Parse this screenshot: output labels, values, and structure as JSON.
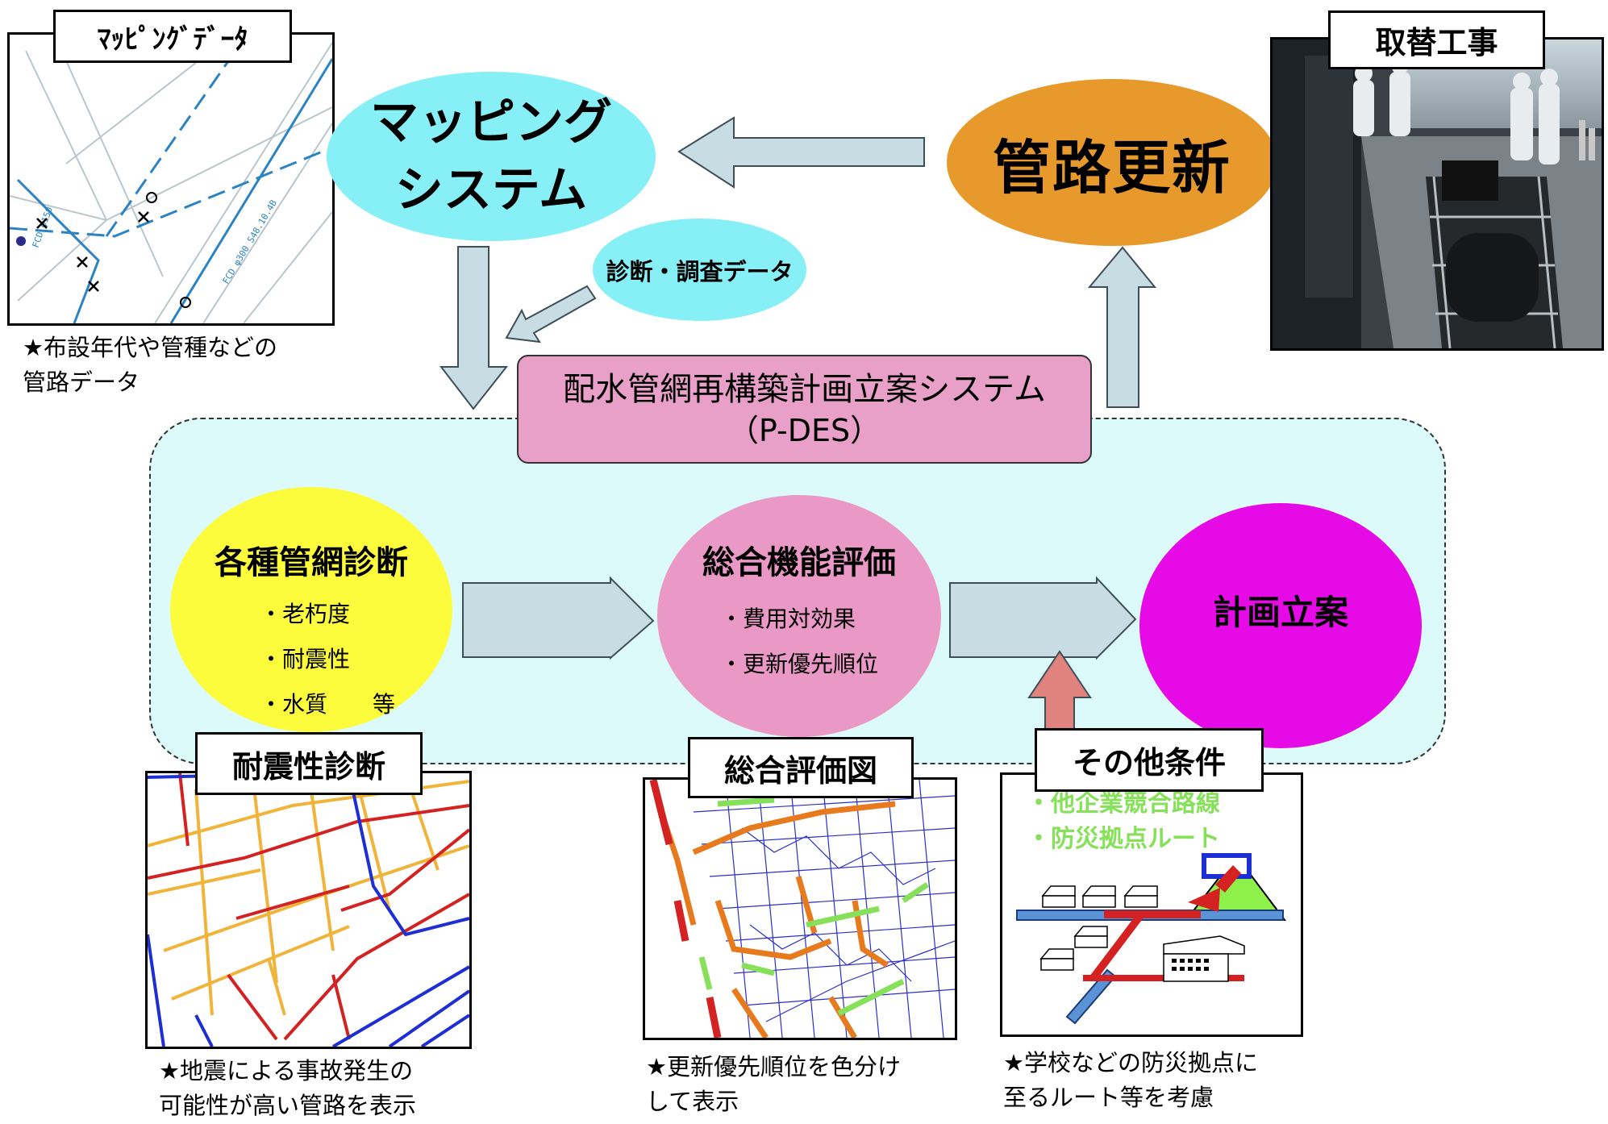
{
  "mapping_data": {
    "tag": "ﾏｯﾋﾟﾝｸﾞﾃﾞｰﾀ",
    "caption": [
      "★布設年代や管種などの",
      "管路データ"
    ],
    "pipe_labels": [
      "FCD φ300 S48.10.4B",
      "FCD φ150"
    ]
  },
  "mapping_system": {
    "label": [
      "マッピング",
      "システム"
    ]
  },
  "diagnosis_data": {
    "label": "診断・調査データ"
  },
  "pipe_renewal": {
    "label": "管路更新"
  },
  "replacement_work": {
    "tag": "取替工事"
  },
  "pdes": {
    "line1": "配水管網再構築計画立案システム",
    "line2": "（P-DES）"
  },
  "stage_diagnosis": {
    "title": "各種管網診断",
    "items": [
      "・老朽度",
      "・耐震性",
      "・水質　　等"
    ]
  },
  "stage_evaluation": {
    "title": "総合機能評価",
    "items": [
      "・費用対効果",
      "・更新優先順位"
    ]
  },
  "stage_planning": {
    "title": "計画立案"
  },
  "seismic_diagnosis": {
    "tag": "耐震性診断",
    "caption": [
      "★地震による事故発生の",
      "可能性が高い管路を表示"
    ]
  },
  "evaluation_map": {
    "tag": "総合評価図",
    "caption": [
      "★更新優先順位を色分け",
      "して表示"
    ]
  },
  "other_conditions": {
    "tag": "その他条件",
    "items": [
      "・他企業競合路線",
      "・防災拠点ルート"
    ],
    "caption": [
      "★学校などの防災拠点に",
      "至るルート等を考慮"
    ]
  },
  "colors": {
    "mapping_system": "#86f0f6",
    "pipe_renewal": "#e79a2b",
    "diagnosis_data": "#86f0f6",
    "pdes_box": "#e8a0c8",
    "panel_bg": "#ddfafb",
    "stage_diagnosis": "#fdfc3c",
    "stage_evaluation": "#ea98c6",
    "stage_planning": "#e50ae6",
    "arrow_gray": "#c8dde3",
    "arrow_red": "#e0837e",
    "green_text": "#86e05a"
  }
}
